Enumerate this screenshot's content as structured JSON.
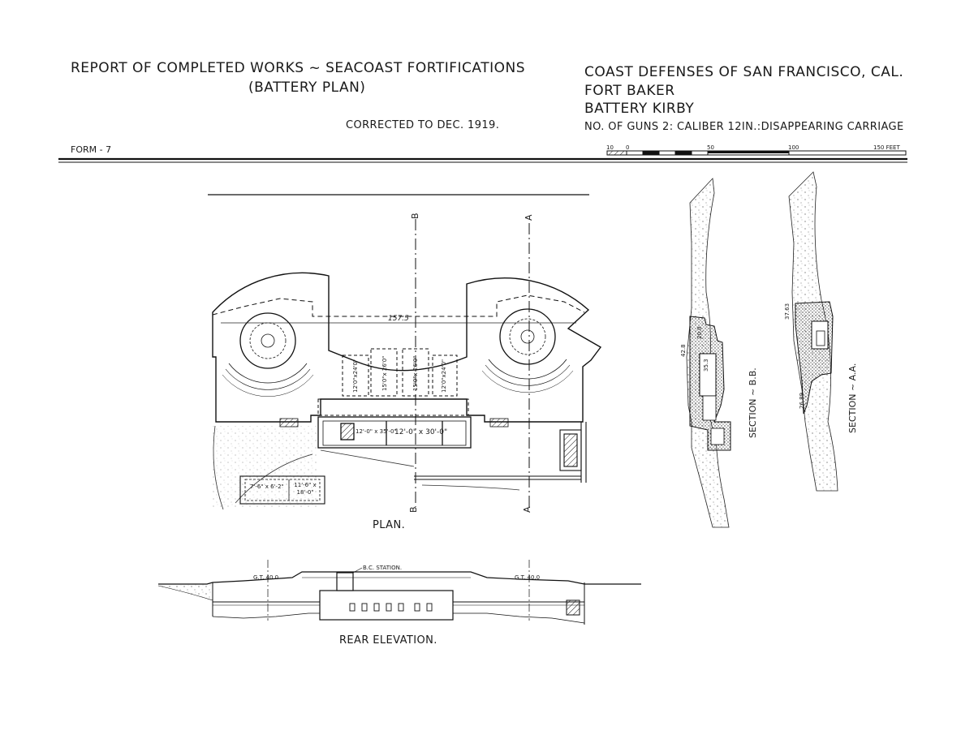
{
  "header": {
    "left_line1": "REPORT OF COMPLETED WORKS ~ SEACOAST FORTIFICATIONS",
    "left_line2": "(BATTERY PLAN)",
    "corrected": "CORRECTED TO DEC. 1919.",
    "right_line1": "COAST DEFENSES OF SAN FRANCISCO, CAL.",
    "right_line2": "FORT BAKER",
    "right_line3": "BATTERY KIRBY",
    "right_line4": "NO. OF GUNS 2: CALIBER 12IN.:DISAPPEARING CARRIAGE",
    "form": "FORM - 7"
  },
  "scale_bar": {
    "labels": [
      "10",
      "0",
      "50",
      "100",
      "150 FEET"
    ]
  },
  "plan": {
    "label": "PLAN.",
    "section_marks": [
      "B",
      "A",
      "B",
      "A"
    ],
    "dimension": "157.5",
    "rooms": [
      "12'0\"x24'0\"",
      "15'0\"x 26'0\"",
      "15'0\"x 26'0\"",
      "12'0\"x24'0\""
    ],
    "lower_rooms": [
      "12'-0\" x 35'-0\"",
      "12'-0\" x 30'-0\""
    ],
    "outbuilding": [
      "7'-6\" x 6'-2\"",
      "11'-6\" x 18'-0\""
    ]
  },
  "sections": {
    "bb_label": "SECTION ~ B.B.",
    "aa_label": "SECTION ~ A.A.",
    "bb_elev1": "42.8",
    "bb_elev2": "20.0",
    "bb_elev3": "35.3",
    "aa_elev1": "37.63",
    "aa_elev2": "26.89"
  },
  "elevation": {
    "label": "REAR ELEVATION.",
    "station": "B.C. STATION.",
    "gt_left": "G.T. 40.0",
    "gt_right": "G.T. 40.0"
  }
}
